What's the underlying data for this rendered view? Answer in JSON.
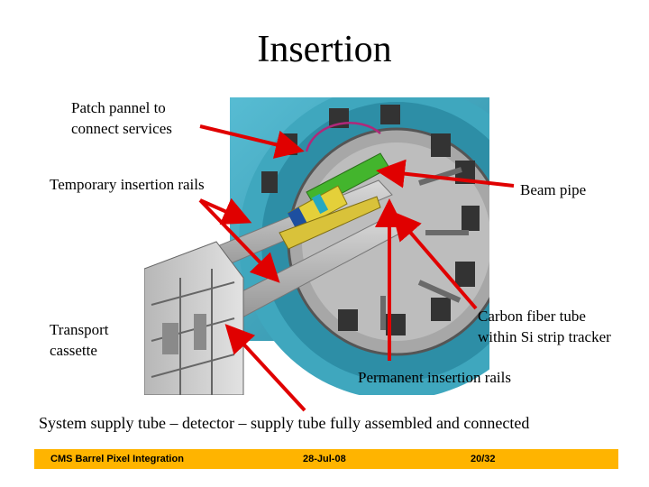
{
  "slide": {
    "title": "Insertion",
    "labels": {
      "patch_panel": [
        "Patch pannel to",
        "connect services"
      ],
      "temporary_rails": "Temporary insertion rails",
      "beam_pipe": "Beam pipe",
      "transport_cassette": [
        "Transport",
        "cassette"
      ],
      "carbon_fiber": [
        "Carbon fiber tube",
        "within Si strip tracker"
      ],
      "permanent_rails": "Permanent insertion rails"
    },
    "caption": "System supply tube – detector – supply tube fully assembled and connected"
  },
  "footer": {
    "left": "CMS Barrel Pixel Integration",
    "middle": "28-Jul-08",
    "right": "20/32"
  },
  "colors": {
    "footer_bg": "#FFB400",
    "arrow": "#E00000",
    "detector_blue": "#3FA7BE"
  }
}
